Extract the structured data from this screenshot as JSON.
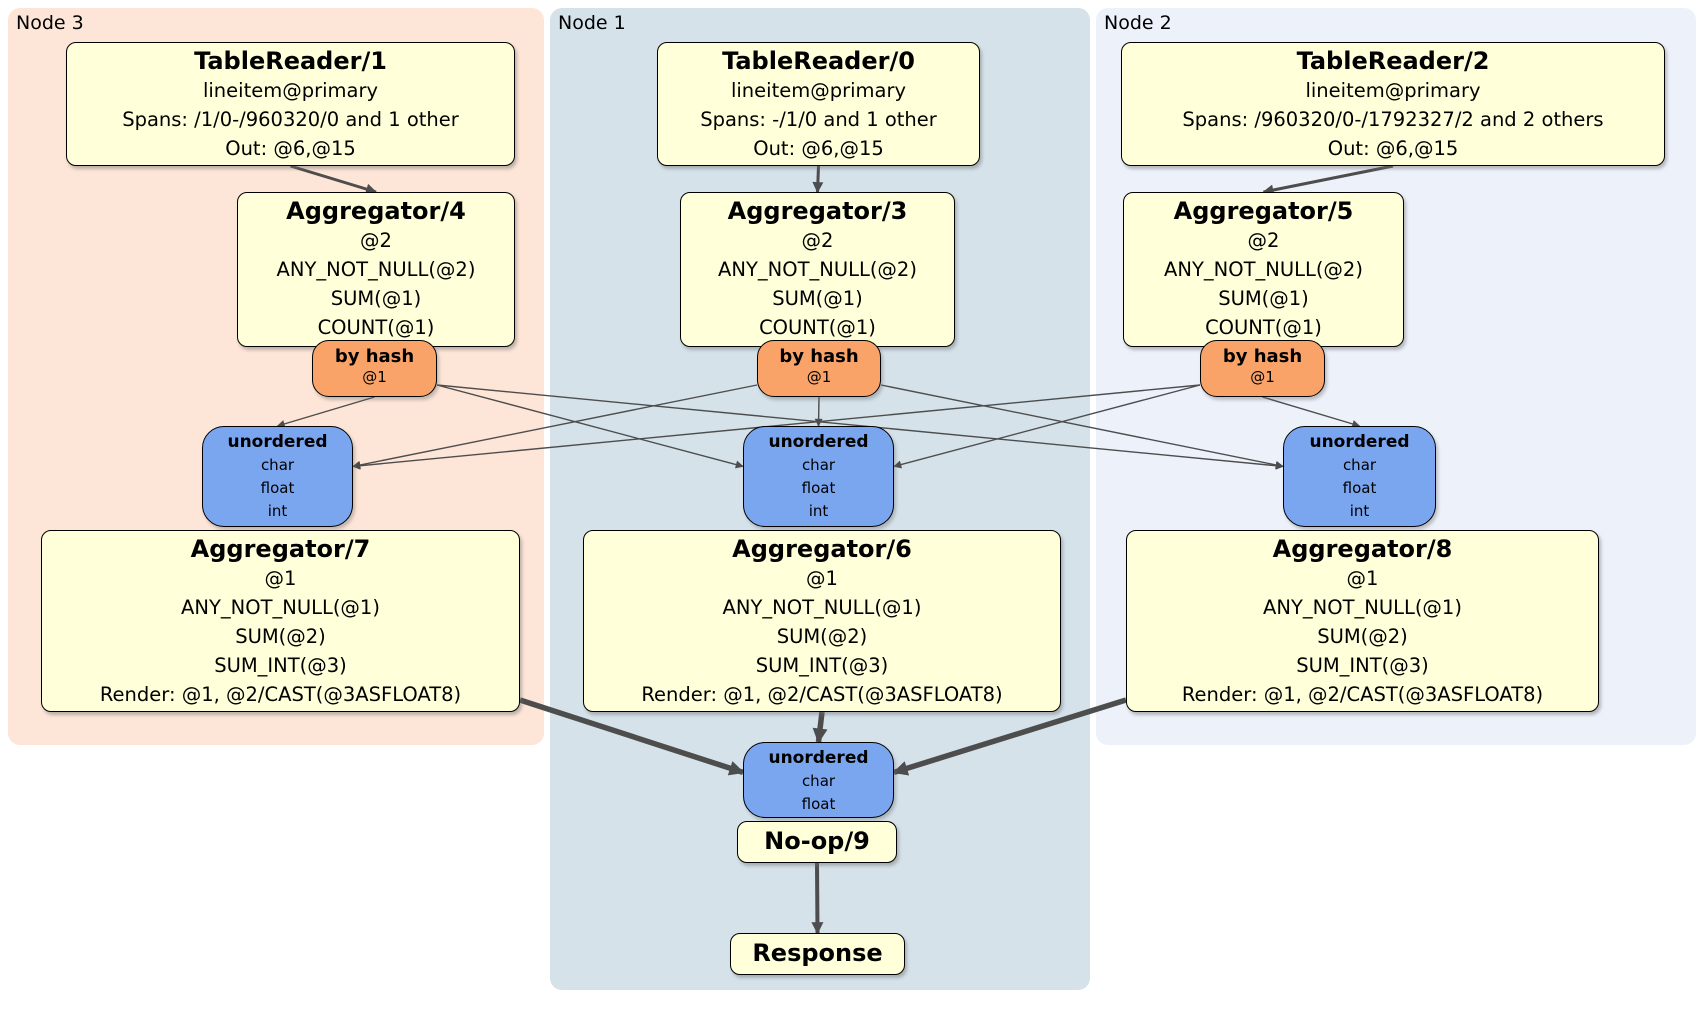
{
  "panels": {
    "node3": {
      "label": "Node 3"
    },
    "node1": {
      "label": "Node 1"
    },
    "node2": {
      "label": "Node 2"
    }
  },
  "nodes": {
    "tr1": {
      "title": "TableReader/1",
      "lines": [
        "lineitem@primary",
        "Spans: /1/0-/960320/0 and 1 other",
        "Out: @6,@15"
      ]
    },
    "tr0": {
      "title": "TableReader/0",
      "lines": [
        "lineitem@primary",
        "Spans: -/1/0 and 1 other",
        "Out: @6,@15"
      ]
    },
    "tr2": {
      "title": "TableReader/2",
      "lines": [
        "lineitem@primary",
        "Spans: /960320/0-/1792327/2 and 2 others",
        "Out: @6,@15"
      ]
    },
    "agg4": {
      "title": "Aggregator/4",
      "lines": [
        "@2",
        "ANY_NOT_NULL(@2)",
        "SUM(@1)",
        "COUNT(@1)"
      ]
    },
    "agg3": {
      "title": "Aggregator/3",
      "lines": [
        "@2",
        "ANY_NOT_NULL(@2)",
        "SUM(@1)",
        "COUNT(@1)"
      ]
    },
    "agg5": {
      "title": "Aggregator/5",
      "lines": [
        "@2",
        "ANY_NOT_NULL(@2)",
        "SUM(@1)",
        "COUNT(@1)"
      ]
    },
    "hash3": {
      "title": "by hash",
      "lines": [
        "@1"
      ]
    },
    "hash1": {
      "title": "by hash",
      "lines": [
        "@1"
      ]
    },
    "hash2": {
      "title": "by hash",
      "lines": [
        "@1"
      ]
    },
    "u3": {
      "title": "unordered",
      "lines": [
        "char",
        "float",
        "int"
      ]
    },
    "u1": {
      "title": "unordered",
      "lines": [
        "char",
        "float",
        "int"
      ]
    },
    "u2": {
      "title": "unordered",
      "lines": [
        "char",
        "float",
        "int"
      ]
    },
    "agg7": {
      "title": "Aggregator/7",
      "lines": [
        "@1",
        "ANY_NOT_NULL(@1)",
        "SUM(@2)",
        "SUM_INT(@3)",
        "Render: @1, @2/CAST(@3ASFLOAT8)"
      ]
    },
    "agg6": {
      "title": "Aggregator/6",
      "lines": [
        "@1",
        "ANY_NOT_NULL(@1)",
        "SUM(@2)",
        "SUM_INT(@3)",
        "Render: @1, @2/CAST(@3ASFLOAT8)"
      ]
    },
    "agg8": {
      "title": "Aggregator/8",
      "lines": [
        "@1",
        "ANY_NOT_NULL(@1)",
        "SUM(@2)",
        "SUM_INT(@3)",
        "Render: @1, @2/CAST(@3ASFLOAT8)"
      ]
    },
    "ub": {
      "title": "unordered",
      "lines": [
        "char",
        "float"
      ]
    },
    "noop": {
      "title": "No-op/9",
      "lines": []
    },
    "resp": {
      "title": "Response",
      "lines": []
    }
  },
  "edges": [
    {
      "from": "tr1",
      "to": "agg4",
      "w": "medium"
    },
    {
      "from": "tr0",
      "to": "agg3",
      "w": "medium"
    },
    {
      "from": "tr2",
      "to": "agg5",
      "w": "medium"
    },
    {
      "from": "hash3",
      "to": "u3",
      "w": "thin"
    },
    {
      "from": "hash3",
      "to": "u1",
      "w": "thin"
    },
    {
      "from": "hash3",
      "to": "u2",
      "w": "thin"
    },
    {
      "from": "hash1",
      "to": "u3",
      "w": "thin"
    },
    {
      "from": "hash1",
      "to": "u1",
      "w": "thin"
    },
    {
      "from": "hash1",
      "to": "u2",
      "w": "thin"
    },
    {
      "from": "hash2",
      "to": "u3",
      "w": "thin"
    },
    {
      "from": "hash2",
      "to": "u1",
      "w": "thin"
    },
    {
      "from": "hash2",
      "to": "u2",
      "w": "thin"
    },
    {
      "from": "agg7",
      "to": "ub",
      "w": "thick"
    },
    {
      "from": "agg6",
      "to": "ub",
      "w": "thick"
    },
    {
      "from": "agg8",
      "to": "ub",
      "w": "thick"
    },
    {
      "from": "noop",
      "to": "resp",
      "w": "mediumplus"
    }
  ],
  "colors": {
    "operator_fill": "#ffffd9",
    "router_fill": "#f9a368",
    "sync_fill": "#7aa6f0",
    "node3_bg": "#fde5d7",
    "node1_bg": "#d5e2ea",
    "node2_bg": "#edf1fa",
    "edge": "#4d4d4d"
  }
}
